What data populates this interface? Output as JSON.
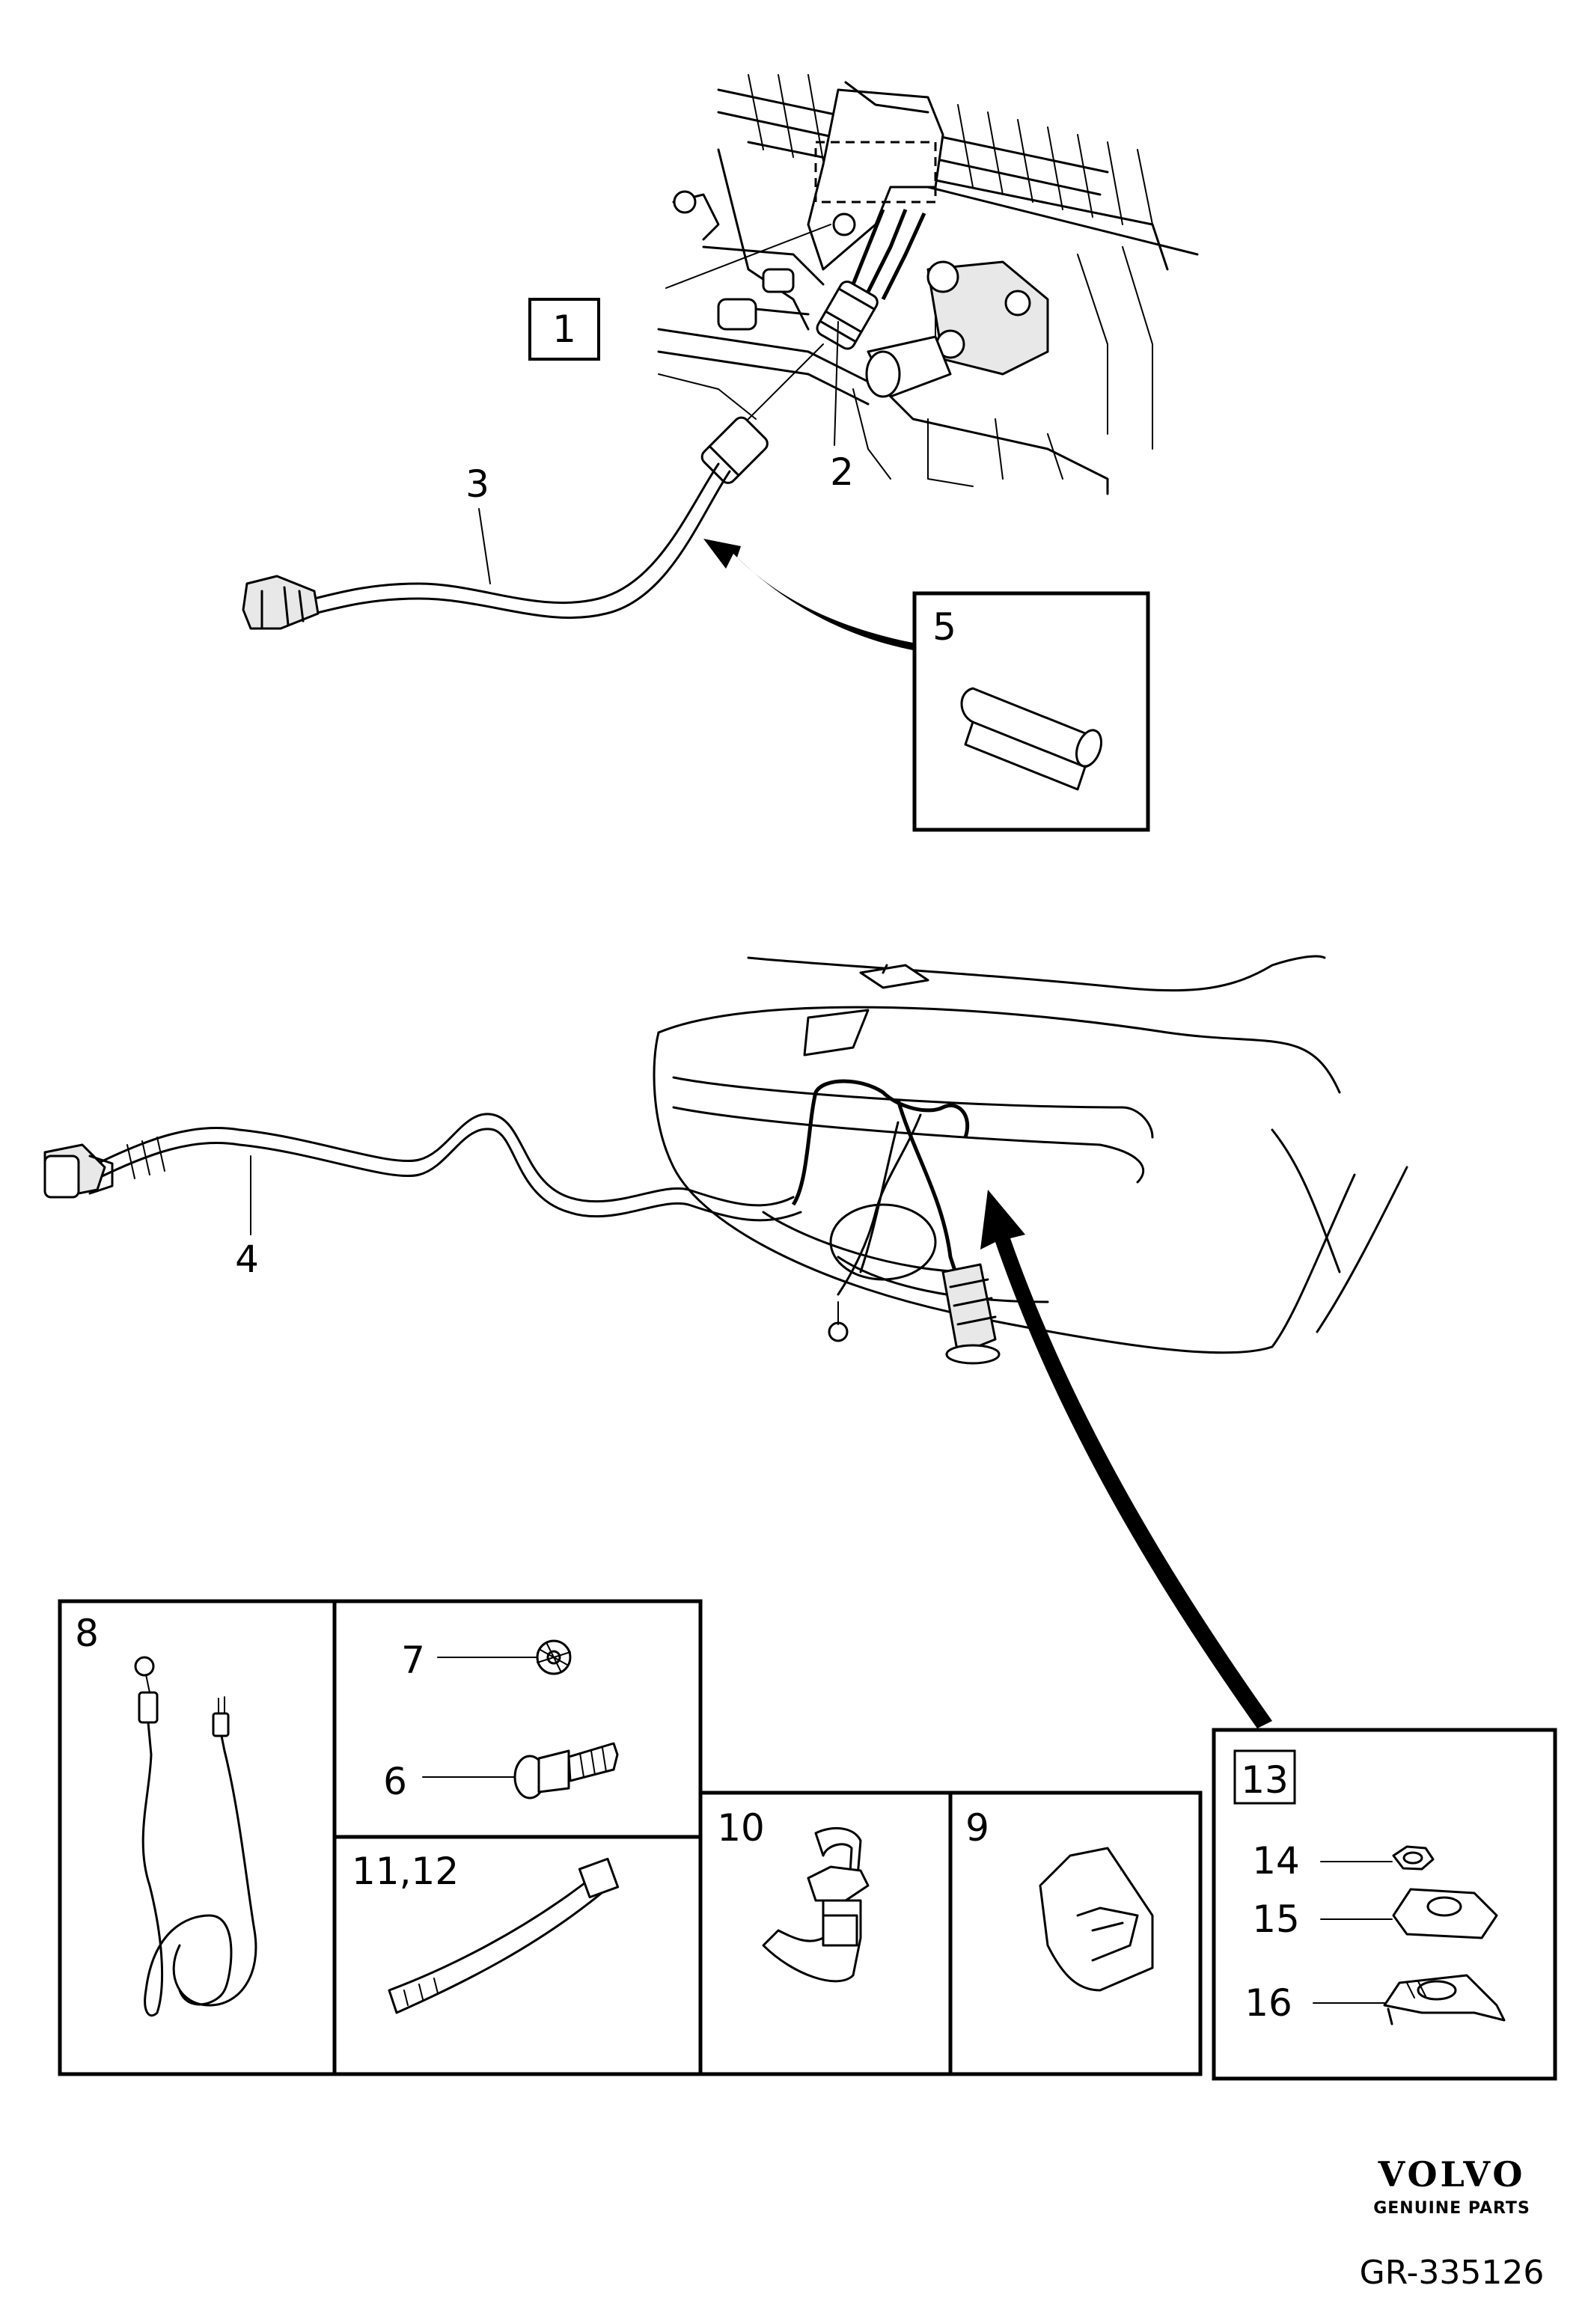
{
  "callouts": {
    "c1": "1",
    "c2": "2",
    "c3": "3",
    "c4": "4",
    "c5": "5",
    "c6": "6",
    "c7": "7",
    "c8": "8",
    "c9": "9",
    "c10": "10",
    "c11_12": "11,12",
    "c13": "13",
    "c14": "14",
    "c15": "15",
    "c16": "16"
  },
  "footer": {
    "brand": "VOLVO",
    "brand_sub": "GENUINE PARTS",
    "code": "GR-335126"
  },
  "icons": [
    "engine-bay-icon",
    "sensor-cable-icon",
    "tube-icon",
    "bumper-icon",
    "harness-cable-icon",
    "screw-icon",
    "washer-icon",
    "cable-tie-icon",
    "clip-icon",
    "nut-icon",
    "grommet-icon",
    "bracket-icon"
  ]
}
